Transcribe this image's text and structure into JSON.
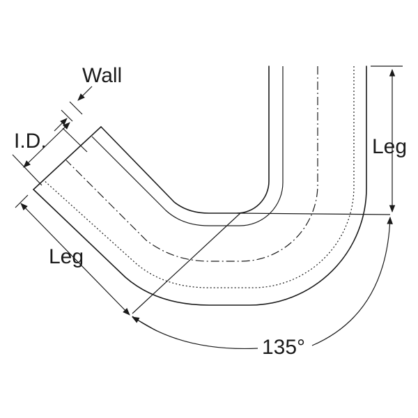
{
  "diagram": {
    "labels": {
      "wall": "Wall",
      "id": "I.D.",
      "leg_right": "Leg",
      "leg_left": "Leg",
      "angle": "135°"
    },
    "colors": {
      "ink": "#1a1a1a",
      "background": "#ffffff"
    }
  }
}
